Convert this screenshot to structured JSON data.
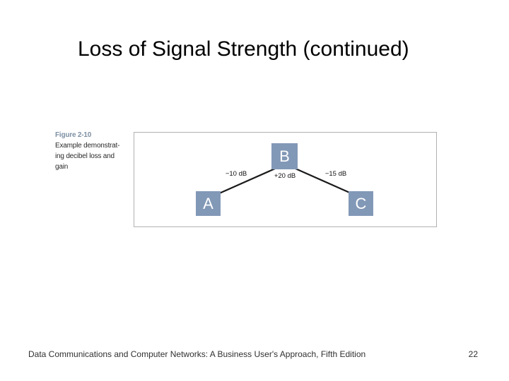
{
  "slide": {
    "title": "Loss of Signal Strength (continued)",
    "footer": {
      "book": "Data Communications and Computer Networks: A Business User's Approach, Fifth Edition",
      "page": "22"
    }
  },
  "figure": {
    "caption": {
      "label": "Figure 2-10",
      "lines": [
        "Example demonstrat-",
        "ing decibel loss and",
        "gain"
      ]
    },
    "diagram": {
      "type": "node-link",
      "nodes": {
        "a": "A",
        "b": "B",
        "c": "C"
      },
      "edge_labels": {
        "a_to_b_loss": "−10 dB",
        "b_gain": "+20 dB",
        "b_to_c_loss": "−15 dB"
      }
    },
    "colors": {
      "node_fill": "#8298b7",
      "node_letter": "#ffffff",
      "connector": "#1a1a1a",
      "frame_border": "#b1b1b1",
      "caption_label": "#7d90a3"
    }
  }
}
